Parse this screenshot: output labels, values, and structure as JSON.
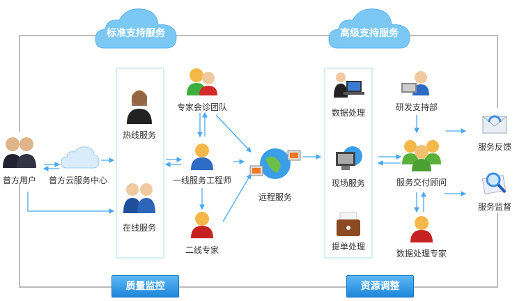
{
  "top_labels": {
    "standard": "标准支持服务",
    "advanced": "高级支持服务"
  },
  "bottom_buttons": {
    "quality": "质量监控",
    "resource": "资源调整"
  },
  "nodes": {
    "user": "普方用户",
    "cloud_center": "普方云服务中心",
    "hotline": "热线服务",
    "online": "在线服务",
    "expert_team": "专家会诊团队",
    "first_line": "一线服务工程师",
    "second_line": "二线专家",
    "remote": "远程服务",
    "data_processing": "数据处理",
    "onsite": "现场服务",
    "ticket": "提单处理",
    "rd": "研发支持部",
    "delivery": "服务交付顾问",
    "data_expert": "数据处理专家",
    "feedback": "服务反馈",
    "supervision": "服务监督"
  },
  "colors": {
    "arrow": "#4aa8f0",
    "frame": "#bbbbbb",
    "accent": "#2a8fe0"
  }
}
